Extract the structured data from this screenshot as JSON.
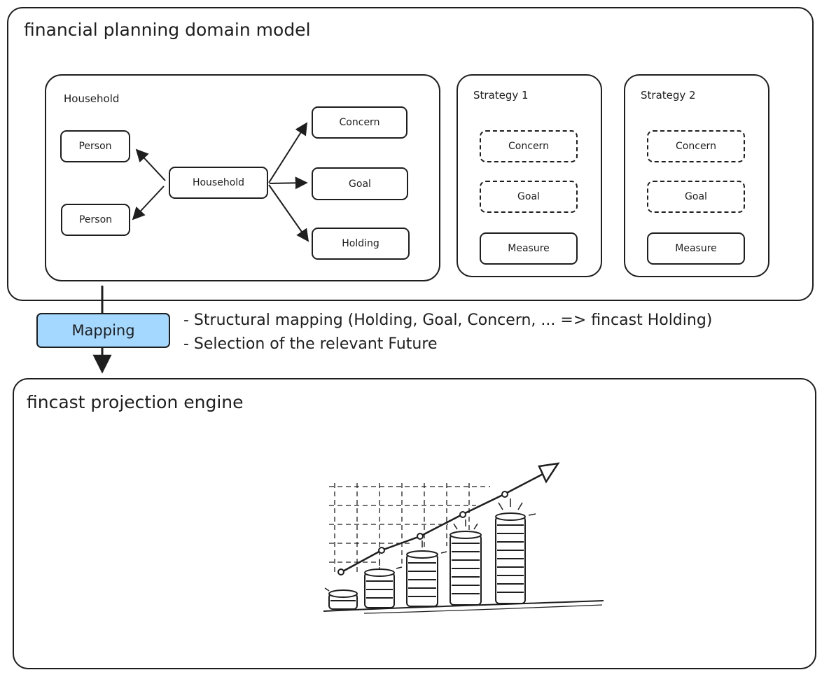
{
  "domain_model": {
    "title": "financial planning domain model",
    "household_group": {
      "title": "Household",
      "center_node": "Household",
      "person_nodes": [
        "Person",
        "Person"
      ],
      "right_nodes": [
        "Concern",
        "Goal",
        "Holding"
      ]
    },
    "strategies": [
      {
        "title": "Strategy 1",
        "items": [
          "Concern",
          "Goal",
          "Measure"
        ]
      },
      {
        "title": "Strategy 2",
        "items": [
          "Concern",
          "Goal",
          "Measure"
        ]
      }
    ]
  },
  "mapping": {
    "label": "Mapping",
    "notes": [
      "- Structural mapping (Holding, Goal, Concern, ... => fincast Holding)",
      "- Selection of the relevant Future"
    ],
    "fill_color": "#a5d8ff"
  },
  "engine": {
    "title": "fincast projection engine",
    "illustration": "rising-coin-stacks-chart-icon"
  }
}
